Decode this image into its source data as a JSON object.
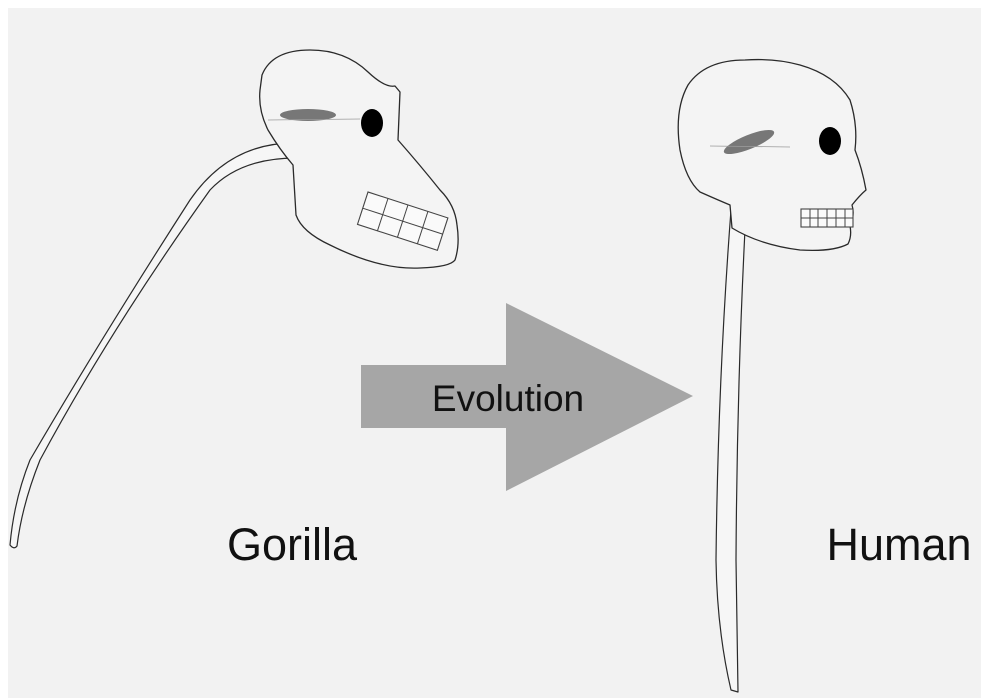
{
  "arrow": {
    "label": "Evolution",
    "color": "#a6a6a6"
  },
  "labels": {
    "left": "Gorilla",
    "right": "Human"
  },
  "colors": {
    "background": "#f2f2f2",
    "brow": "#777777",
    "eye": "#000000"
  }
}
